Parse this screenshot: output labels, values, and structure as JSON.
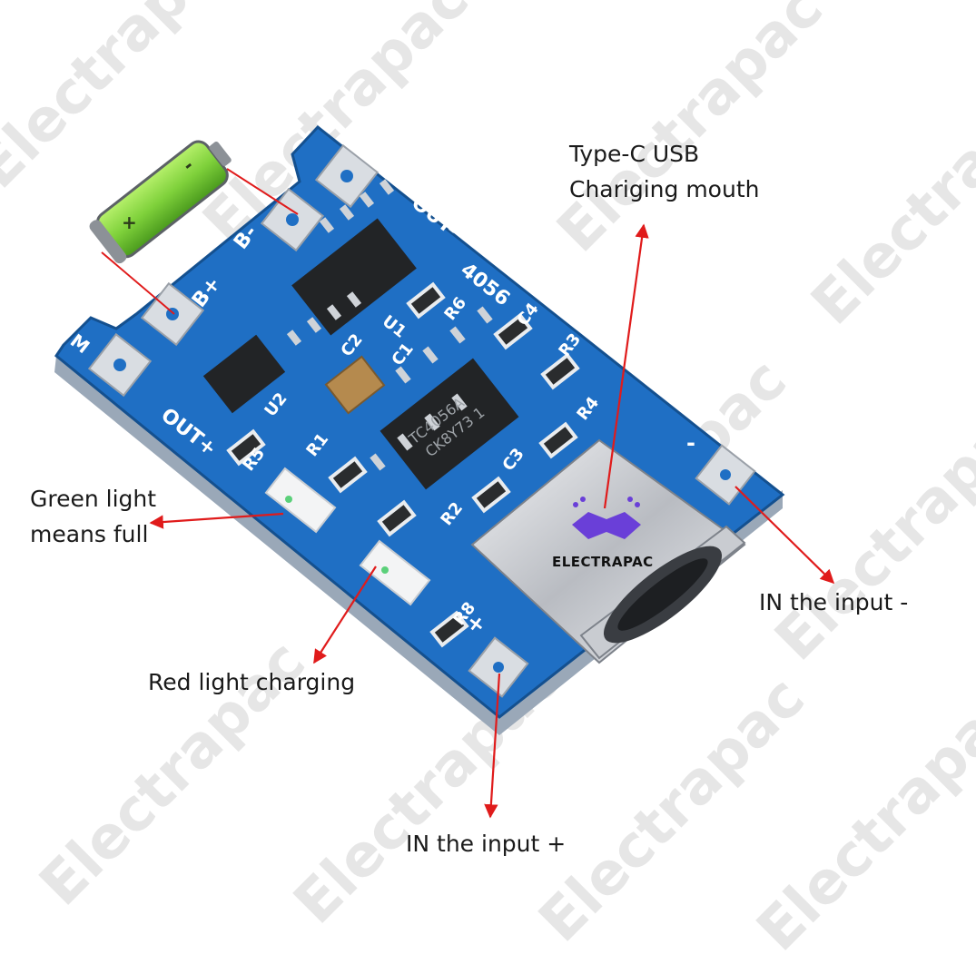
{
  "watermark": {
    "text": "Electrapac"
  },
  "brand": {
    "name": "ELECTRAPAC"
  },
  "board": {
    "chip_top_label": "4056",
    "chip_main_label": "TC4056A",
    "chip_main_sub": "CK8Y73 1",
    "labels": {
      "out_minus": "OUT-",
      "out_plus": "OUT+",
      "b_minus": "B-",
      "b_plus": "B+",
      "m": "M",
      "u1": "U1",
      "u2": "U2",
      "c1": "C1",
      "c2": "C2",
      "c3": "C3",
      "c4": "C4",
      "r1": "R1",
      "r2": "R2",
      "r3": "R3",
      "r4": "R4",
      "r5": "R5",
      "r6": "R6",
      "r8": "R8",
      "minus": "-",
      "plus": "+"
    }
  },
  "battery": {
    "plus": "+",
    "minus": "-"
  },
  "callouts": {
    "type_c_line1": "Type-C USB",
    "type_c_line2": "Chariging mouth",
    "green_line1": "Green light",
    "green_line2": "means full",
    "red": "Red light charging",
    "in_minus": "IN the input -",
    "in_plus": "IN the input +"
  },
  "colors": {
    "pcb": "#1f6fc4",
    "pcb_dark": "#14508f",
    "pad": "#d9dde2",
    "chip": "#222426",
    "arrow": "#e01b1b",
    "battery": "#7fd13b",
    "brand_purple": "#6a3fd8"
  }
}
